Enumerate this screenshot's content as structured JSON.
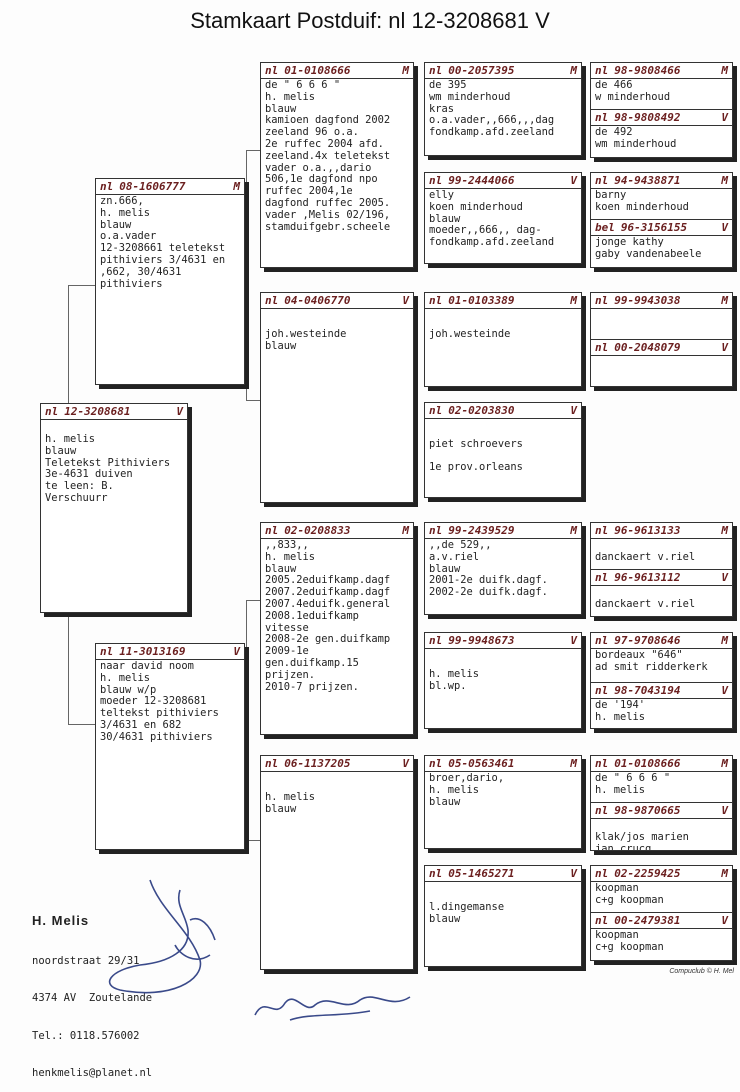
{
  "title": "Stamkaart Postduif: nl  12-3208681 V",
  "pigeon": {
    "country": "nl",
    "ring": "12-3208681",
    "sex": "V",
    "info": "h. melis\nblauw\nTeletekst Pithiviers\n3e-4631 duiven\nte leen: B.\nVerschuurr"
  },
  "father": {
    "country": "nl",
    "ring": "08-1606777",
    "sex": "M",
    "info": "zn.666,\nh. melis\nblauw\no.a.vader\n12-3208661 teletekst\npithiviers 3/4631 en\n,662, 30/4631\npithiviers"
  },
  "mother": {
    "country": "nl",
    "ring": "11-3013169",
    "sex": "V",
    "info": "naar david noom\nh. melis\nblauw w/p\nmoeder 12-3208681\nteltekst pithiviers\n3/4631 en 682\n30/4631 pithiviers"
  },
  "ff": {
    "country": "nl",
    "ring": "01-0108666",
    "sex": "M",
    "info": "de \" 6 6 6 \"\nh. melis\nblauw\nkamioen dagfond 2002\nzeeland 96 o.a.\n2e ruffec 2004 afd.\nzeeland.4x teletekst\nvader o.a.,,dario\n506,1e dagfond npo\nruffec 2004,1e\ndagfond ruffec 2005.\nvader ,Melis 02/196,\nstamduifgebr.scheele"
  },
  "fm": {
    "country": "nl",
    "ring": "04-0406770",
    "sex": "V",
    "info": "\njoh.westeinde\nblauw"
  },
  "mf": {
    "country": "nl",
    "ring": "02-0208833",
    "sex": "M",
    "info": ",,833,,\nh. melis\nblauw\n2005.2eduifkamp.dagf\n2007.2eduifkamp.dagf\n2007.4eduifk.general\n2008.1eduifkamp\nvitesse\n2008-2e gen.duifkamp\n2009-1e\ngen.duifkamp.15\nprijzen.\n2010-7 prijzen."
  },
  "mm": {
    "country": "nl",
    "ring": "06-1137205",
    "sex": "V",
    "info": "\nh. melis\nblauw"
  },
  "fff": {
    "country": "nl",
    "ring": "00-2057395",
    "sex": "M",
    "info": "de 395\nwm minderhoud\nkras\no.a.vader,,666,,,dag\nfondkamp.afd.zeeland"
  },
  "ffm": {
    "country": "nl",
    "ring": "99-2444066",
    "sex": "V",
    "info": "elly\nkoen minderhoud\nblauw\nmoeder,,666,, dag-\nfondkamp.afd.zeeland"
  },
  "fmf": {
    "country": "nl",
    "ring": "01-0103389",
    "sex": "M",
    "info": "\njoh.westeinde"
  },
  "fmm": {
    "country": "nl",
    "ring": "02-0203830",
    "sex": "V",
    "info": "\npiet schroevers\n\n1e prov.orleans"
  },
  "mff": {
    "country": "nl",
    "ring": "99-2439529",
    "sex": "M",
    "info": ",,de 529,,\na.v.riel\nblauw\n2001-2e duifk.dagf.\n2002-2e duifk.dagf."
  },
  "mfm": {
    "country": "nl",
    "ring": "99-9948673",
    "sex": "V",
    "info": "\nh. melis\nbl.wp."
  },
  "mmf": {
    "country": "nl",
    "ring": "05-0563461",
    "sex": "M",
    "info": "broer,dario,\nh. melis\nblauw"
  },
  "mmm": {
    "country": "nl",
    "ring": "05-1465271",
    "sex": "V",
    "info": "\nl.dingemanse\nblauw"
  },
  "g": [
    {
      "country": "nl",
      "ring": "98-9808466",
      "sex": "M",
      "info": "de 466\nw minderhoud"
    },
    {
      "country": "nl",
      "ring": "98-9808492",
      "sex": "V",
      "info": "de 492\nwm minderhoud"
    },
    {
      "country": "nl",
      "ring": "94-9438871",
      "sex": "M",
      "info": "barny\nkoen minderhoud"
    },
    {
      "country": "bel",
      "ring": "96-3156155",
      "sex": "V",
      "info": "jonge kathy\ngaby vandenabeele"
    },
    {
      "country": "nl",
      "ring": "99-9943038",
      "sex": "M",
      "info": ""
    },
    {
      "country": "nl",
      "ring": "00-2048079",
      "sex": "V",
      "info": ""
    },
    {
      "country": "nl",
      "ring": "96-9613133",
      "sex": "M",
      "info": "\ndanckaert v.riel"
    },
    {
      "country": "nl",
      "ring": "96-9613112",
      "sex": "V",
      "info": "\ndanckaert v.riel"
    },
    {
      "country": "nl",
      "ring": "97-9708646",
      "sex": "M",
      "info": "bordeaux \"646\"\nad smit ridderkerk"
    },
    {
      "country": "nl",
      "ring": "98-7043194",
      "sex": "V",
      "info": "de '194'\nh. melis"
    },
    {
      "country": "nl",
      "ring": "01-0108666",
      "sex": "M",
      "info": "de \" 6 6 6 \"\nh. melis"
    },
    {
      "country": "nl",
      "ring": "98-9870665",
      "sex": "V",
      "info": "\nklak/jos marien\njan crucq"
    },
    {
      "country": "nl",
      "ring": "02-2259425",
      "sex": "M",
      "info": "koopman\nc+g koopman"
    },
    {
      "country": "nl",
      "ring": "00-2479381",
      "sex": "V",
      "info": "koopman\nc+g koopman"
    }
  ],
  "owner": {
    "name": "H. Melis",
    "address": "noordstraat 29/31",
    "city": "4374 AV  Zoutelande",
    "phone": "Tel.: 0118.576002",
    "email": "henkmelis@planet.nl"
  },
  "credit": "Compuclub © H. Mel"
}
